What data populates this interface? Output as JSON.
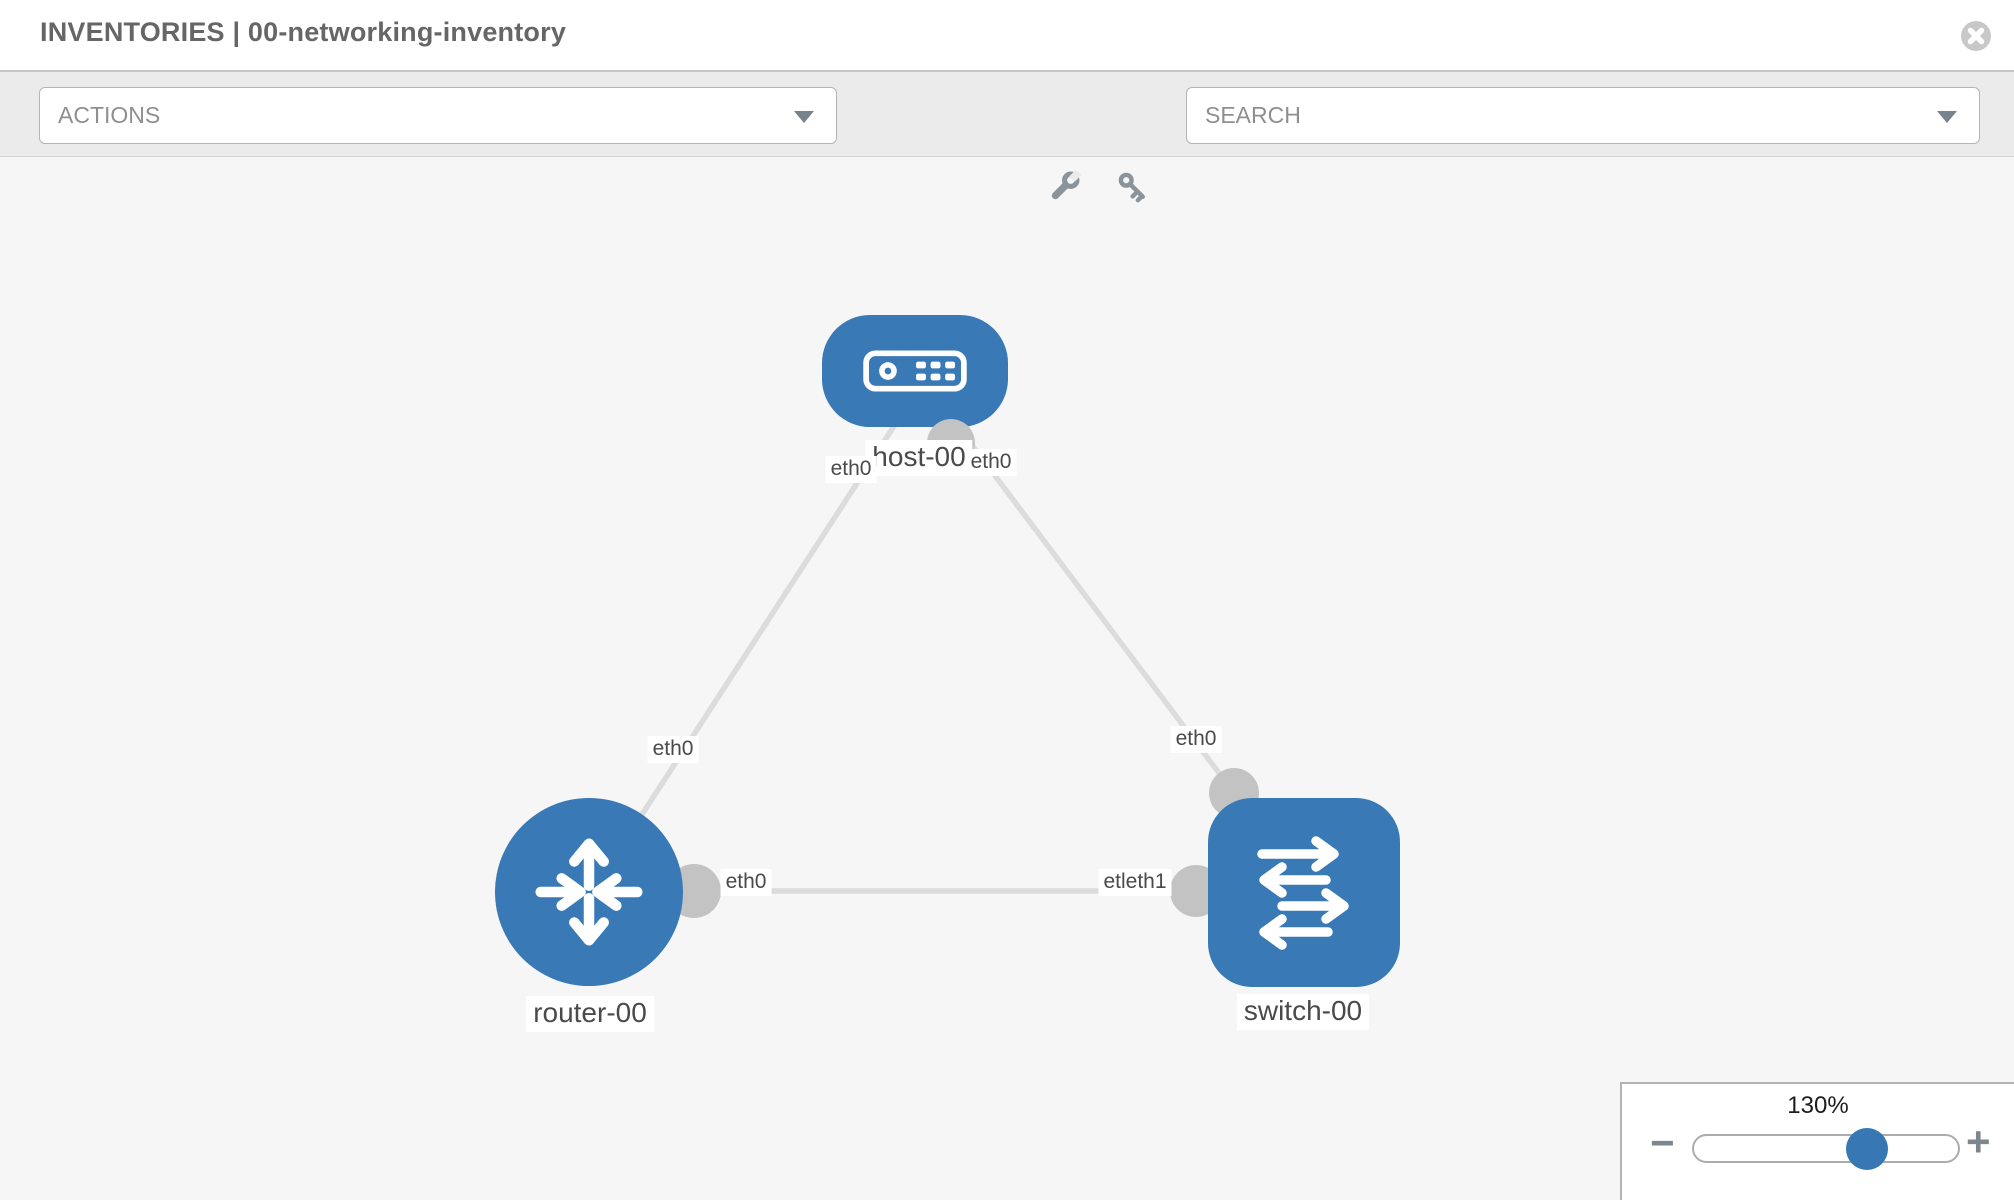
{
  "header": {
    "title": "INVENTORIES | 00-networking-inventory",
    "close_icon": "close-icon"
  },
  "toolbar": {
    "actions_label": "ACTIONS",
    "search_label": "SEARCH",
    "icons": [
      "wrench-icon",
      "key-icon"
    ],
    "caret_icon": "chevron-down-icon"
  },
  "topology": {
    "node_labels": {
      "host": "host-00",
      "router": "router-00",
      "switch": "switch-00"
    },
    "node_types": [
      "host",
      "router",
      "switch"
    ],
    "interface_labels": {
      "host_left": "eth0",
      "host_right": "eth0",
      "router_upper": "eth0",
      "router_mid": "eth0",
      "switch_mid": "etleth1",
      "switch_upper": "eth0"
    },
    "links": [
      {
        "from": "host-00",
        "to": "router-00"
      },
      {
        "from": "host-00",
        "to": "switch-00"
      },
      {
        "from": "router-00",
        "to": "switch-00"
      }
    ]
  },
  "zoom_control": {
    "level": "130%",
    "minus_glyph": "−",
    "plus_glyph": "+",
    "slider_position_pct": 65
  },
  "colors": {
    "node_blue": "#3879b6",
    "link_gray": "#dcdcdc",
    "connector_gray": "#c3c3c3",
    "toolbar_bg": "#ebebeb",
    "canvas_bg": "#f6f6f6",
    "icon_gray": "#8b949a"
  }
}
